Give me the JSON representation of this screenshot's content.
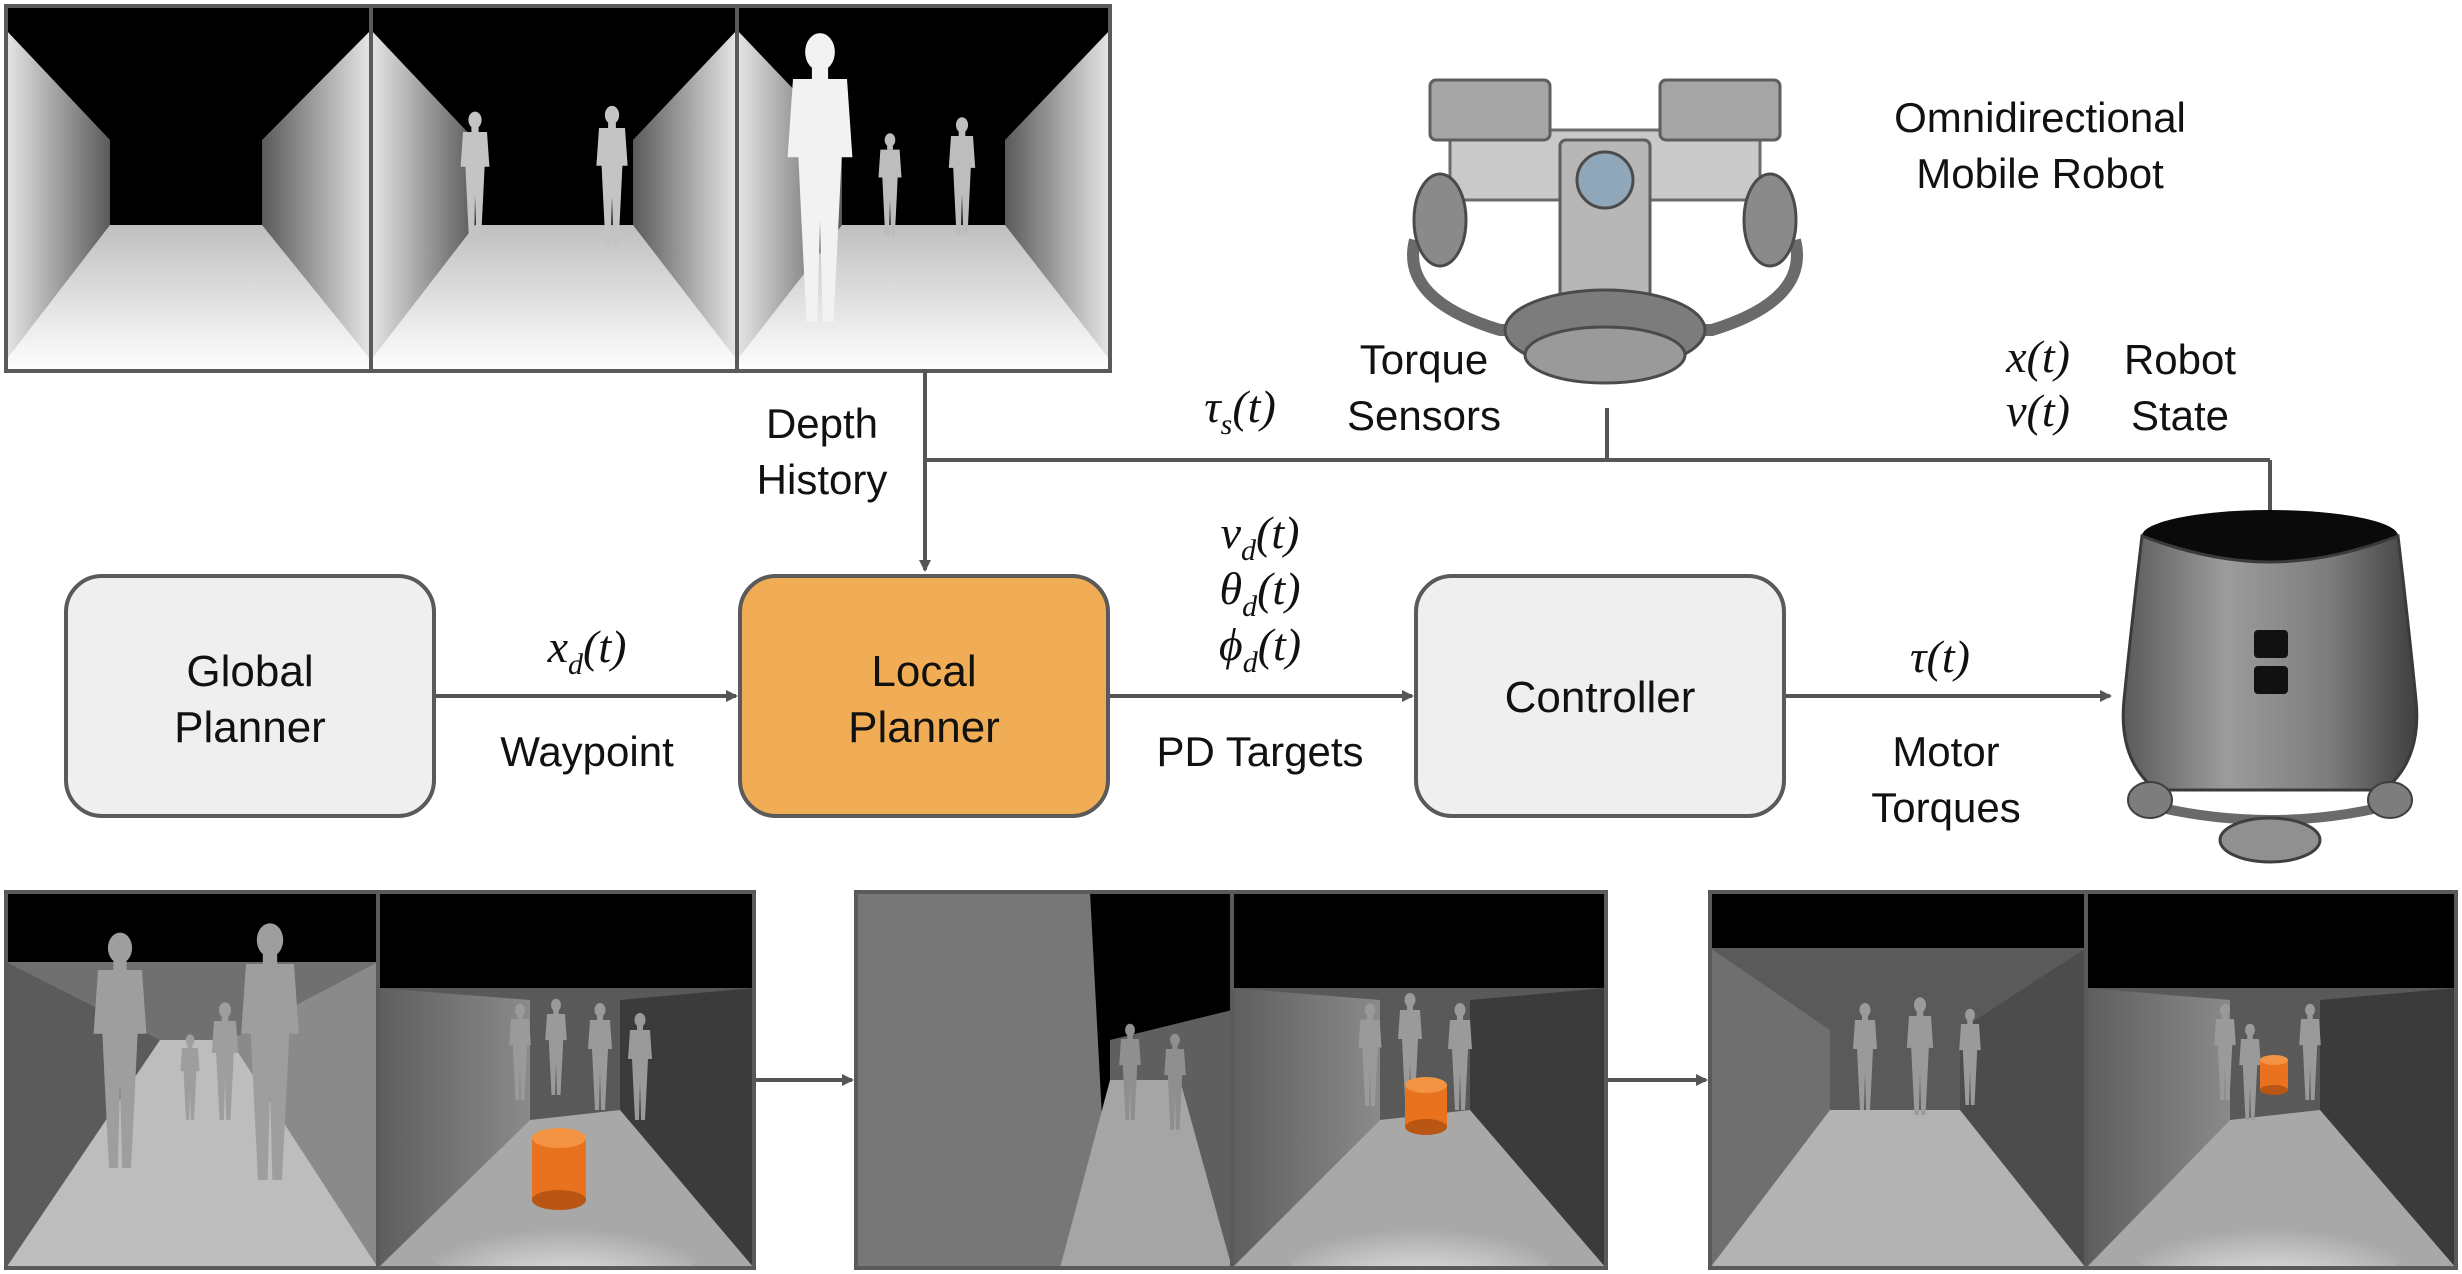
{
  "nodes": {
    "global_planner": {
      "line1": "Global",
      "line2": "Planner"
    },
    "local_planner": {
      "line1": "Local",
      "line2": "Planner"
    },
    "controller": {
      "label": "Controller"
    }
  },
  "edges": {
    "waypoint": {
      "label": "Waypoint",
      "symbol": "x",
      "sub": "d",
      "arg": "(t)"
    },
    "pd_targets": {
      "label": "PD Targets",
      "symbols": [
        {
          "symbol": "v",
          "sub": "d",
          "arg": "(t)"
        },
        {
          "symbol": "θ",
          "sub": "d",
          "arg": "(t)"
        },
        {
          "symbol": "ϕ",
          "sub": "d",
          "arg": "(t)"
        }
      ]
    },
    "motor_torques": {
      "line1": "Motor",
      "line2": "Torques",
      "symbol": "τ(t)"
    },
    "depth_history": {
      "line1": "Depth",
      "line2": "History"
    },
    "torque_sensors": {
      "line1": "Torque",
      "line2": "Sensors",
      "symbol": "τ",
      "sub": "s",
      "arg": "(t)"
    },
    "robot_state": {
      "line1": "Robot",
      "line2": "State",
      "sym1": "x(t)",
      "sym2": "v(t)"
    }
  },
  "robot_title": {
    "line1": "Omnidirectional",
    "line2": "Mobile Robot"
  },
  "colors": {
    "node_fill": "#efefef",
    "node_stroke": "#5a5a5a",
    "local_planner_fill": "#f0ad55",
    "arrow": "#555555",
    "cylinder": "#e8721e"
  }
}
